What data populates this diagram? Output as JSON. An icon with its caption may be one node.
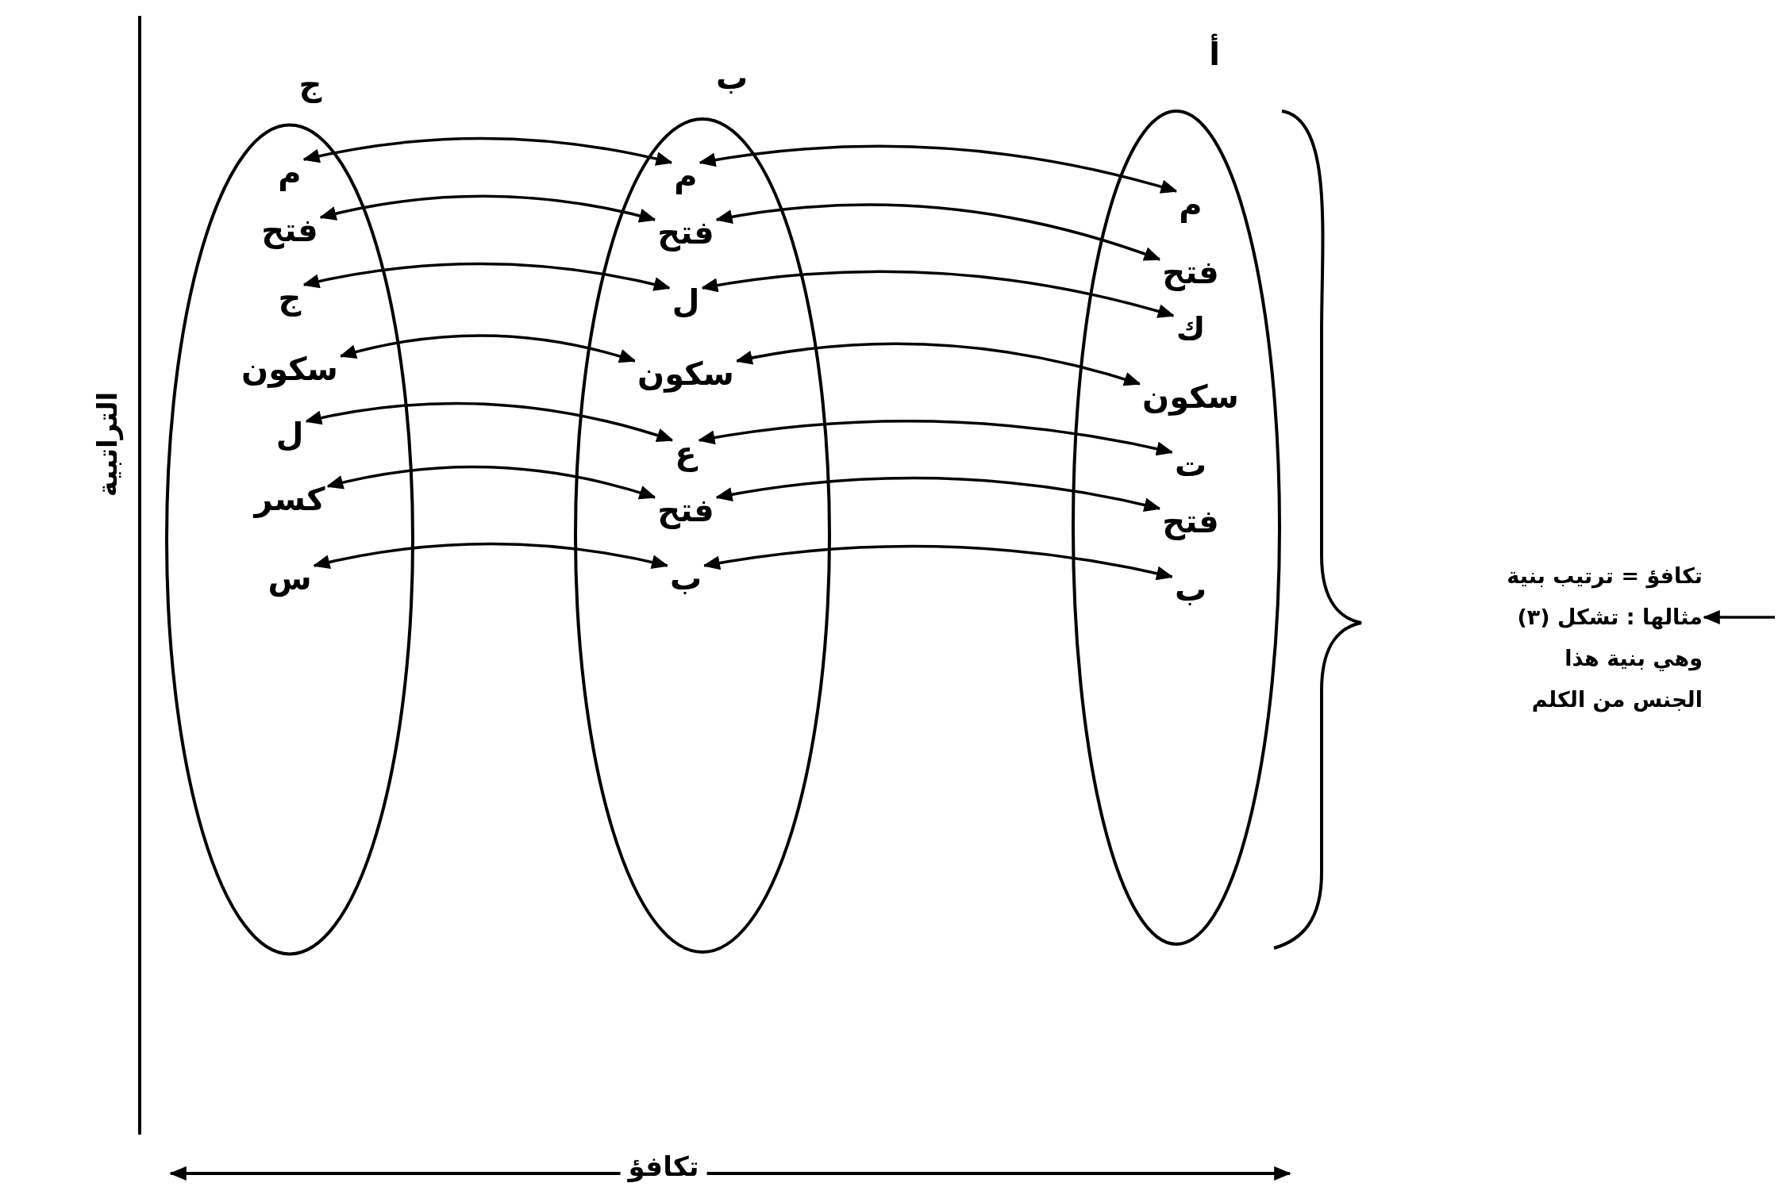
{
  "diagram": {
    "nodes": [
      {
        "text": [
          "ج"
        ]
      },
      {
        "text": [
          "م"
        ],
        "in": 0
      },
      {
        "text": [
          "فتح"
        ],
        "in": 0
      },
      {
        "text": [
          "ج"
        ],
        "in": 0
      },
      {
        "text": [
          "سكون"
        ],
        "in": 0
      },
      {
        "text": [
          "ل"
        ],
        "in": 0
      },
      {
        "text": [
          "كسر"
        ],
        "in": 0
      },
      {
        "text": [
          "س"
        ],
        "in": 0
      },
      {
        "text": [
          "ب"
        ]
      },
      {
        "text": [
          "م"
        ],
        "in": 8
      },
      {
        "text": [
          "فتح"
        ],
        "in": 8
      },
      {
        "text": [
          "ل"
        ],
        "in": 8
      },
      {
        "text": [
          "سكون"
        ],
        "in": 8
      },
      {
        "text": [
          "ع"
        ],
        "in": 8
      },
      {
        "text": [
          "فتح"
        ],
        "in": 8
      },
      {
        "text": [
          "ب"
        ],
        "in": 8
      },
      {
        "text": [
          "أ"
        ]
      },
      {
        "text": [
          "م"
        ],
        "in": 16
      },
      {
        "text": [
          "فتح"
        ],
        "in": 16
      },
      {
        "text": [
          "ك"
        ],
        "in": 16
      },
      {
        "text": [
          "سكون"
        ],
        "in": 16
      },
      {
        "text": [
          "ت"
        ],
        "in": 16
      },
      {
        "text": [
          "فتح"
        ],
        "in": 16
      },
      {
        "text": [
          "ب"
        ],
        "in": 16
      },
      {
        "text": [
          "تكافؤ = ترتيب بنية مثالها : تشكل (٣) وهي بنية هذا الجنس من الكلم"
        ]
      }
    ],
    "edges": [
      {
        "from": 9,
        "to": 1,
        "arrow": "both"
      },
      {
        "from": 10,
        "to": 2,
        "arrow": "both"
      },
      {
        "from": 11,
        "to": 3,
        "arrow": "both"
      },
      {
        "from": 12,
        "to": 4,
        "arrow": "both"
      },
      {
        "from": 13,
        "to": 5,
        "arrow": "both"
      },
      {
        "from": 14,
        "to": 6,
        "arrow": "both"
      },
      {
        "from": 15,
        "to": 7,
        "arrow": "both"
      },
      {
        "from": 17,
        "to": 9,
        "arrow": "both"
      },
      {
        "from": 18,
        "to": 10,
        "arrow": "both"
      },
      {
        "from": 19,
        "to": 11,
        "arrow": "both"
      },
      {
        "from": 20,
        "to": 12,
        "arrow": "both"
      },
      {
        "from": 21,
        "to": 13,
        "arrow": "both"
      },
      {
        "from": 22,
        "to": 14,
        "arrow": "both"
      },
      {
        "from": 23,
        "to": 15,
        "arrow": "both"
      },
      {
        "from": null,
        "to": 24,
        "arrow": "to"
      }
    ],
    "labels": [
      "التراتبية",
      "تكافؤ"
    ]
  }
}
